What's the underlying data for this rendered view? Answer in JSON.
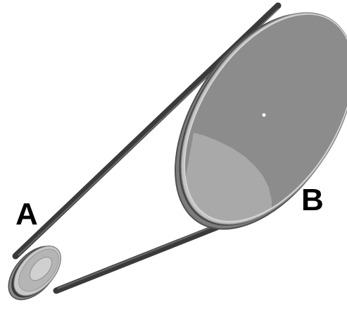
{
  "labels": {
    "pulley_a": "A",
    "pulley_b": "B"
  },
  "colors": {
    "background": "#ffffff",
    "belt": "#3a3a3a",
    "belt_highlight": "#6a6a6a",
    "large_pulley_face": "#8c8c8c",
    "large_pulley_lit": "#a9a9a9",
    "pulley_rim": "#c4c4c4",
    "pulley_rim_dark": "#5c5c5c",
    "small_pulley_face": "#b5b5b5",
    "label": "#000000"
  },
  "icons": {
    "pulley_a": "small-pulley",
    "pulley_b": "large-pulley",
    "belt": "drive-belt"
  }
}
